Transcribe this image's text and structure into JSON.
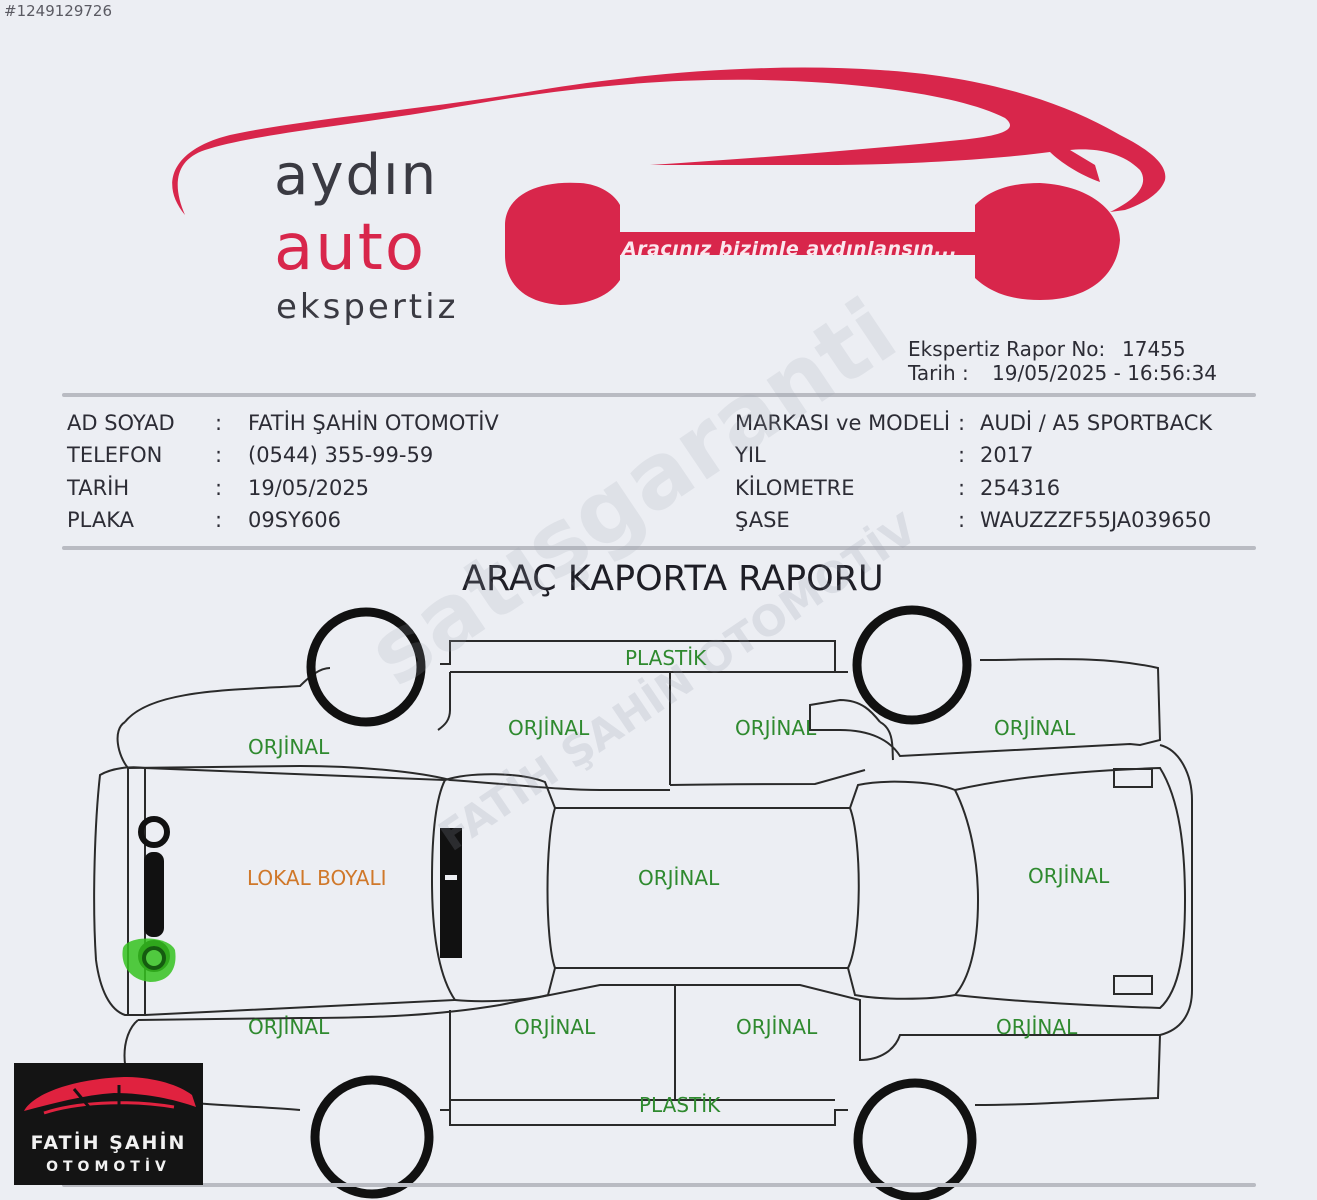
{
  "listing_id": "#1249129726",
  "brand": {
    "line1": "aydın",
    "line2": "auto",
    "line3": "ekspertiz",
    "slogan": "Aracınız bizimle aydınlansın...",
    "accent_color": "#d8264b"
  },
  "report": {
    "no_label": "Ekspertiz Rapor No:",
    "no_value": "17455",
    "date_label": "Tarih :",
    "date_value": "19/05/2025 - 16:56:34"
  },
  "customer": [
    {
      "label": "AD SOYAD",
      "sep": ":",
      "value": "FATİH ŞAHİN OTOMOTİV"
    },
    {
      "label": "TELEFON",
      "sep": ":",
      "value": "(0544) 355-99-59"
    },
    {
      "label": "TARİH",
      "sep": ":",
      "value": "19/05/2025"
    },
    {
      "label": "PLAKA",
      "sep": ":",
      "value": "09SY606"
    }
  ],
  "vehicle": [
    {
      "label": "MARKASI ve MODELİ",
      "sep": ":",
      "value": "AUDİ / A5 SPORTBACK"
    },
    {
      "label": "YIL",
      "sep": ":",
      "value": "2017"
    },
    {
      "label": "KİLOMETRE",
      "sep": ":",
      "value": "254316"
    },
    {
      "label": "ŞASE",
      "sep": ":",
      "value": "WAUZZZF55JA039650"
    }
  ],
  "title": "ARAÇ KAPORTA RAPORU",
  "parts": {
    "roof_rail_top": "PLASTİK",
    "front_fender_left": "ORJİNAL",
    "front_door_left": "ORJİNAL",
    "rear_door_left": "ORJİNAL",
    "rear_fender_left": "ORJİNAL",
    "hood": "LOKAL BOYALI",
    "roof": "ORJİNAL",
    "trunk": "ORJİNAL",
    "front_fender_right": "ORJİNAL",
    "front_door_right": "ORJİNAL",
    "rear_door_right": "ORJİNAL",
    "rear_fender_right": "ORJİNAL",
    "roof_rail_bottom": "PLASTİK"
  },
  "status_colors": {
    "original": "#2f8a2f",
    "painted": "#d0782a",
    "mark": "#35c21e"
  },
  "watermark": {
    "line1": "satışgaranti",
    "line2": "FATİH ŞAHİN OTOMOTİV"
  },
  "dealer": {
    "line1": "FATİH ŞAHİN",
    "line2": "OTOMOTİV"
  }
}
